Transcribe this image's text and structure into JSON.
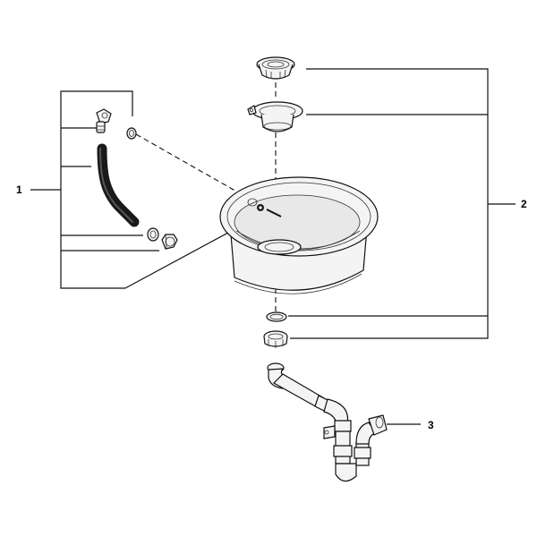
{
  "callouts": [
    {
      "id": "1",
      "label": "1"
    },
    {
      "id": "2",
      "label": "2"
    },
    {
      "id": "3",
      "label": "3"
    }
  ],
  "colors": {
    "line": "#111111",
    "hose": "#1a1a1a",
    "background": "#ffffff"
  },
  "parts": [
    "strainer-basket",
    "drain-strainer",
    "sink-bowl",
    "overflow-fitting",
    "overflow-hose",
    "sealing-ring",
    "lock-nut",
    "drain-washer",
    "drain-nut",
    "siphon-trap"
  ]
}
